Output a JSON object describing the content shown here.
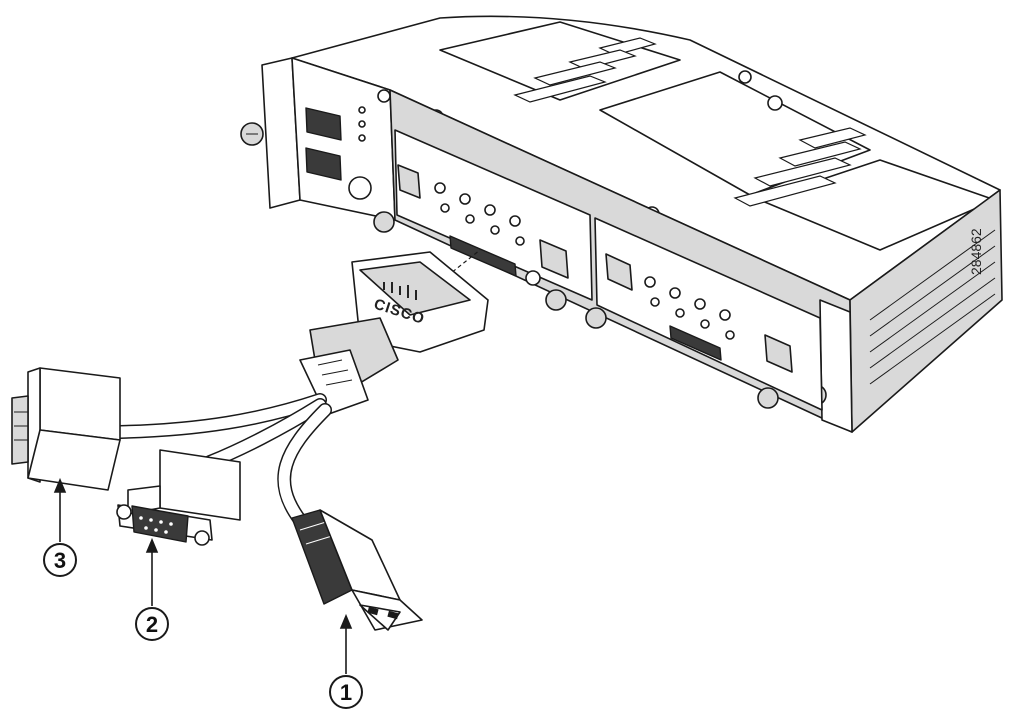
{
  "figure": {
    "figure_number": "284862",
    "logo_text": "CISCO"
  },
  "callouts": [
    {
      "number": "1",
      "target": "usb-a-connector"
    },
    {
      "number": "2",
      "target": "db9-serial-connector"
    },
    {
      "number": "3",
      "target": "rj45-adapter-connector"
    }
  ]
}
